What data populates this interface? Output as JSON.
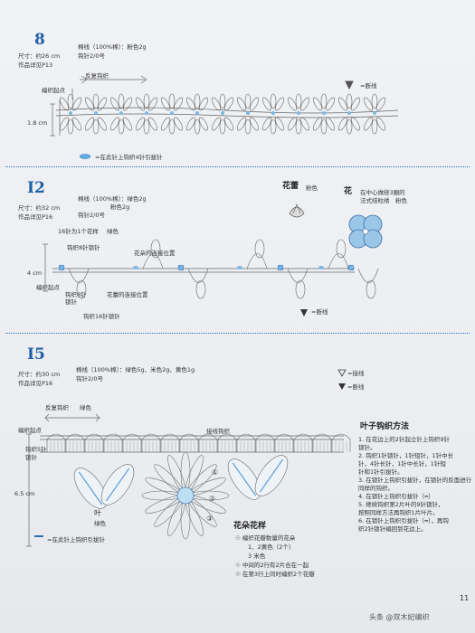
{
  "page_number": "11",
  "watermark": "头条 @双木妃编织",
  "legend": {
    "finish": "=断线",
    "join": "=接线"
  },
  "projects": [
    {
      "number": "8",
      "size": "尺寸：约26 cm",
      "ref": "作品详见P13",
      "yarn": "棉线（100%棉）：粉色2g",
      "hook": "钩针2/0号",
      "labels": {
        "repeat": "反复钩织",
        "start": "编织起点",
        "height": "1.8 cm",
        "finish": "=断线",
        "footnote": "=在此针上钩织4针引拔针"
      }
    },
    {
      "number": "I2",
      "size": "尺寸：约32 cm",
      "ref": "作品详见P16",
      "yarn": "棉线（100%棉）：绿色2g",
      "yarn2": "粉色2g",
      "hook": "钩针2/0号",
      "labels": {
        "per_flower": "16针为1个花样",
        "green": "绿色",
        "chain8": "钩织8针锁针",
        "flower_pos": "花朵的连接位置",
        "height": "4 cm",
        "start": "编织起点",
        "chain8b": "钩织8针",
        "chain8c": "锁针",
        "bud_pos": "花蕾的连接位置",
        "chain16": "钩织16针锁针",
        "finish": "=断线"
      },
      "bud": {
        "title": "花蕾",
        "color": "粉色"
      },
      "flower": {
        "title": "花",
        "desc1": "在中心做绕3圈的",
        "desc2": "法式结粒绣",
        "color": "粉色"
      }
    },
    {
      "number": "I5",
      "size": "尺寸：约30 cm",
      "ref": "作品详见P16",
      "yarn": "棉线（100%棉）：绿色5g、米色2g、黄色1g",
      "hook": "钩针2/0号",
      "labels": {
        "repeat": "反复钩织",
        "green": "绿色",
        "start": "编织起点",
        "chain5a": "钩织5针",
        "chain5b": "锁针",
        "join_label": "接线钩织",
        "height": "6.5 cm",
        "leaf": "叶",
        "leaf_color": "绿色",
        "footnote": "=在此针上钩织引拔针",
        "n1": "①",
        "n2": "②",
        "n3": "③"
      },
      "leaf_method": {
        "title": "叶子钩织方法",
        "steps": [
          "1. 在花边上的2针起立针上钩织9针",
          "   锁针。",
          "2. 钩织1针锁针，1针短针，1针中长",
          "   针，4针长针，1针中长针，1针短",
          "   针和1针引拔针。",
          "3. 在锁针上钩织引拔针，在锁针的反面进行",
          "   同样的钩织。",
          "4. 在锁针上钩织引拔针（━）",
          "5. 继续钩织第2片叶的9针锁针，",
          "   按照同样方法再钩织1片叶片。",
          "6. 在锁针上钩织引拔针（━），再钩",
          "   织2针锁针编回到花边上。"
        ]
      },
      "flower_pattern": {
        "title": "花朵花样",
        "items": [
          "☉ 编织花瓣数量的花朵",
          "1、2黄色（2个）",
          "3  米色",
          "☉ 中间的2行有2片合在一起",
          "☉ 在第3行上同时编织2个花瓣"
        ]
      }
    }
  ]
}
